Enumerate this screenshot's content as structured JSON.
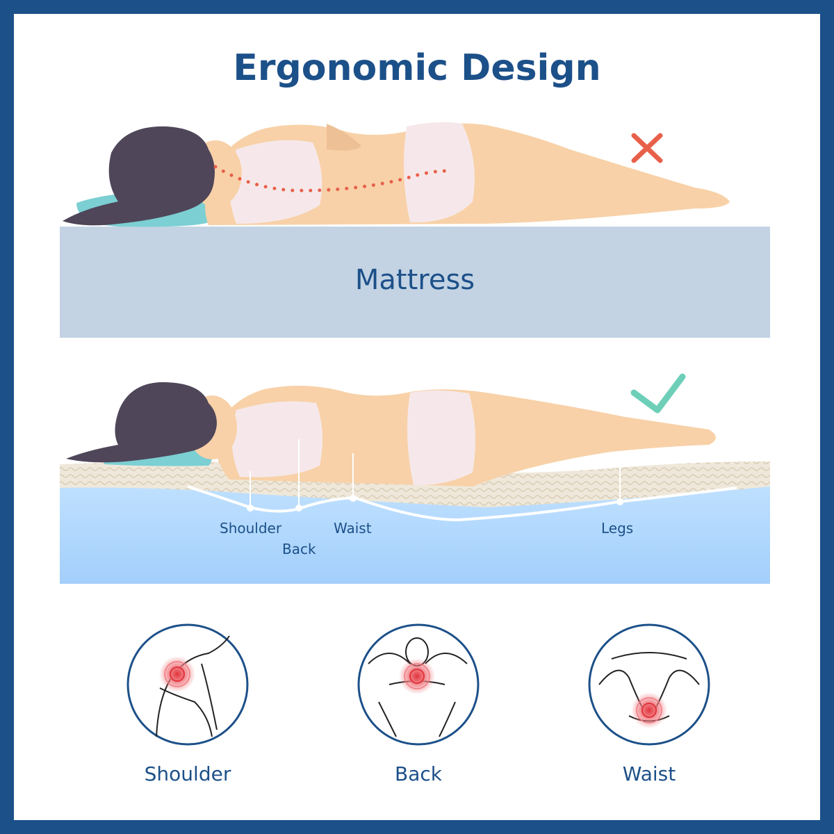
{
  "title": "Ergonomic Design",
  "top_panel": {
    "mattress_label": "Mattress",
    "verdict_icon": "cross-icon",
    "verdict_color": "#e8604a"
  },
  "bottom_panel": {
    "verdict_icon": "check-icon",
    "verdict_color": "#6ecfb8",
    "point_labels": [
      "Shoulder",
      "Back",
      "Waist",
      "Legs"
    ]
  },
  "pain_points": [
    {
      "label": "Shoulder",
      "icon": "shoulder-pain-icon"
    },
    {
      "label": "Back",
      "icon": "neck-back-pain-icon"
    },
    {
      "label": "Waist",
      "icon": "lower-back-pain-icon"
    }
  ],
  "colors": {
    "brand": "#1c5089",
    "mattress_plain": "#c3d3e3",
    "mattress_foam": "#a8d2ff",
    "pillow": "#7ccfd3",
    "hair": "#4f4659",
    "skin": "#f8d1a8",
    "underwear": "#f6e8ea",
    "pain": "#e0343c"
  }
}
